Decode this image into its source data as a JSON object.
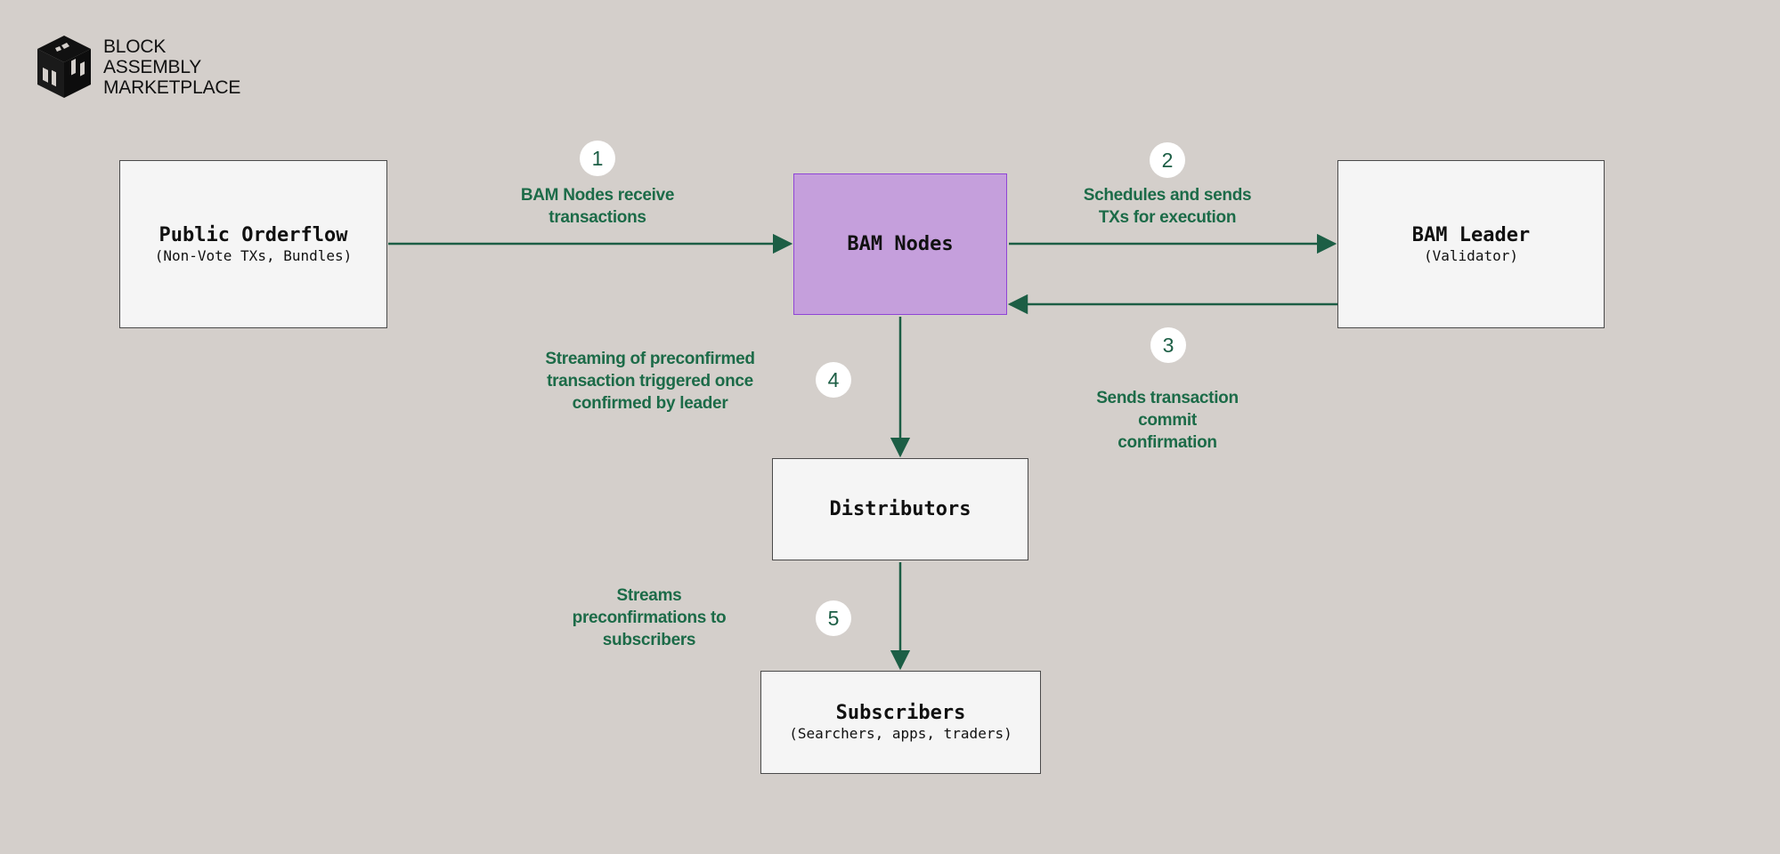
{
  "logo": {
    "name": "bam-logo-icon",
    "lines": [
      "BLOCK",
      "ASSEMBLY",
      "MARKETPLACE"
    ]
  },
  "colors": {
    "background": "#d4cfcb",
    "node_fill": "#f5f5f5",
    "bam_fill": "#c59fdc",
    "bam_border": "#8f45d6",
    "arrow": "#1c5e45",
    "label_text": "#1c6b48"
  },
  "nodes": {
    "public": {
      "title": "Public Orderflow",
      "subtitle": "(Non-Vote TXs, Bundles)"
    },
    "bam": {
      "title": "BAM Nodes"
    },
    "leader": {
      "title": "BAM Leader",
      "subtitle": "(Validator)"
    },
    "distributors": {
      "title": "Distributors"
    },
    "subscribers": {
      "title": "Subscribers",
      "subtitle": "(Searchers, apps, traders)"
    }
  },
  "steps": {
    "s1": {
      "number": "1",
      "label": "BAM Nodes receive\ntransactions"
    },
    "s2": {
      "number": "2",
      "label": "Schedules and sends\nTXs for execution"
    },
    "s3": {
      "number": "3",
      "label": "Sends transaction\ncommit\nconfirmation"
    },
    "s4": {
      "number": "4",
      "label": "Streaming of preconfirmed\ntransaction triggered once\nconfirmed by leader"
    },
    "s5": {
      "number": "5",
      "label": "Streams\npreconfirmations to\nsubscribers"
    }
  },
  "edges": [
    {
      "from": "public",
      "to": "bam",
      "step": "1"
    },
    {
      "from": "bam",
      "to": "leader",
      "step": "2"
    },
    {
      "from": "leader",
      "to": "bam",
      "step": "3"
    },
    {
      "from": "bam",
      "to": "distributors",
      "step": "4"
    },
    {
      "from": "distributors",
      "to": "subscribers",
      "step": "5"
    }
  ]
}
